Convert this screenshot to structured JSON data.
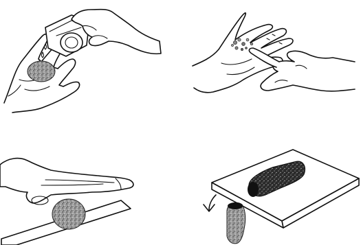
{
  "figure": {
    "panels": [
      {
        "id": "panel-1",
        "subject": "water-drops-onto-soil-ball-in-palm"
      },
      {
        "id": "panel-2",
        "subject": "finger-rubbing-moist-soil-in-palm"
      },
      {
        "id": "panel-3",
        "subject": "hand-rolling-soil-ball-on-board"
      },
      {
        "id": "panel-4",
        "subject": "soil-rolled-into-thread-on-board"
      }
    ],
    "colors": {
      "ink": "#111111",
      "soil": "#8a8a8a",
      "soil_dark": "#2a2a2a",
      "background": "#ffffff"
    }
  }
}
